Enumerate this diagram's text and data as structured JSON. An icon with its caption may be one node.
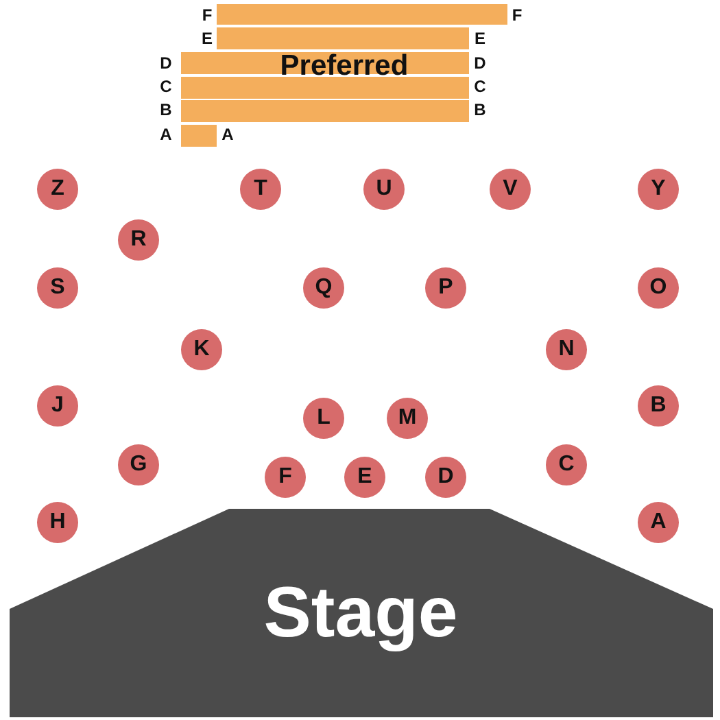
{
  "diagram": {
    "nodes": [
      {
        "text": [
          "Preferred"
        ]
      },
      {
        "text": [
          "Z"
        ]
      },
      {
        "text": [
          "T"
        ]
      },
      {
        "text": [
          "U"
        ]
      },
      {
        "text": [
          "V"
        ]
      },
      {
        "text": [
          "Y"
        ]
      },
      {
        "text": [
          "R"
        ]
      },
      {
        "text": [
          "S"
        ]
      },
      {
        "text": [
          "Q"
        ]
      },
      {
        "text": [
          "P"
        ]
      },
      {
        "text": [
          "O"
        ]
      },
      {
        "text": [
          "K"
        ]
      },
      {
        "text": [
          "N"
        ]
      },
      {
        "text": [
          "J"
        ]
      },
      {
        "text": [
          "B"
        ]
      },
      {
        "text": [
          "L"
        ]
      },
      {
        "text": [
          "M"
        ]
      },
      {
        "text": [
          "G"
        ]
      },
      {
        "text": [
          "C"
        ]
      },
      {
        "text": [
          "F"
        ]
      },
      {
        "text": [
          "E"
        ]
      },
      {
        "text": [
          "D"
        ]
      },
      {
        "text": [
          "H"
        ]
      },
      {
        "text": [
          "A"
        ]
      },
      {
        "text": [
          "Stage"
        ]
      }
    ],
    "labels": [
      "F",
      "F",
      "E",
      "E",
      "D",
      "D",
      "C",
      "C",
      "B",
      "B",
      "A",
      "A"
    ]
  }
}
